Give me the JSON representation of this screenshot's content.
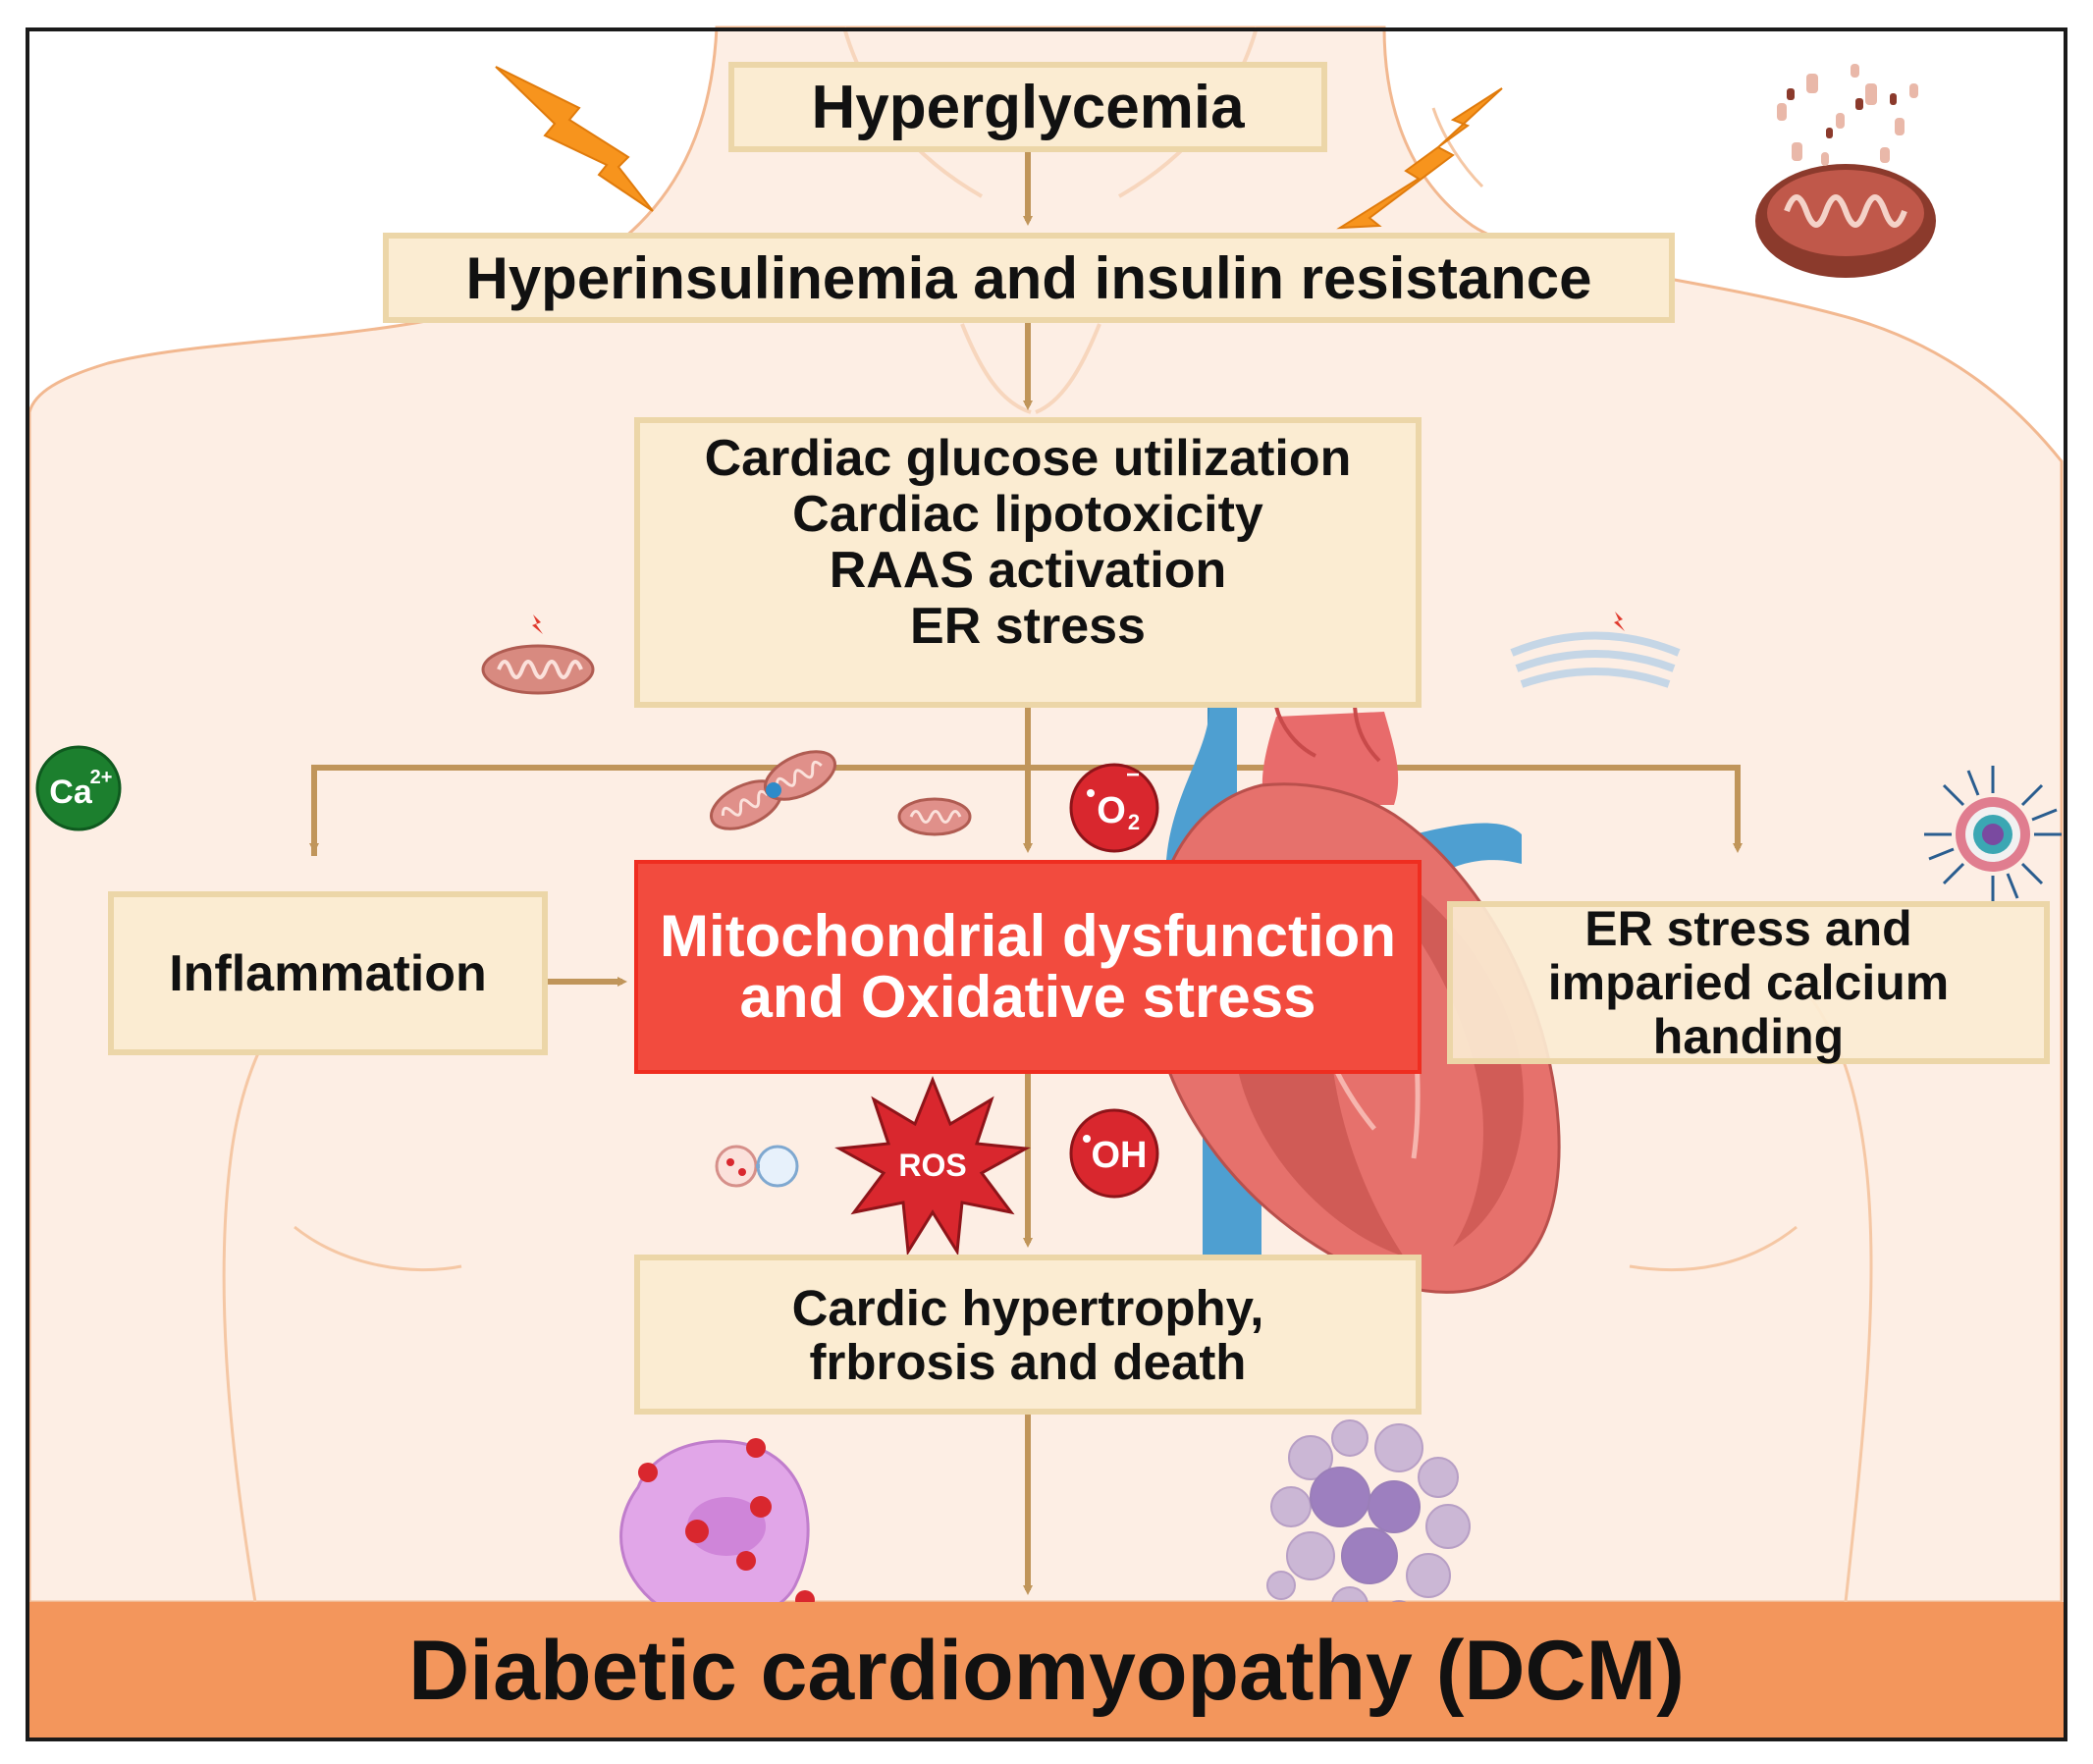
{
  "boxes": {
    "hyperglycemia": "Hyperglycemia",
    "hyperinsulinemia": "Hyperinsulinemia and insulin resistance",
    "cardiac_factors": [
      "Cardiac glucose utilization",
      "Cardiac lipotoxicity",
      "RAAS activation",
      "ER stress"
    ],
    "inflammation": "Inflammation",
    "mito": [
      "Mitochondrial dysfunction",
      "and Oxidative stress"
    ],
    "er_calcium": [
      "ER stress and",
      "imparied calcium",
      "handing"
    ],
    "outcome": [
      "Cardic hypertrophy,",
      "frbrosis and death"
    ]
  },
  "banner": "Diabetic cardiomyopathy (DCM)",
  "badges": {
    "calcium": "Ca",
    "calcium_charge": "2+",
    "superoxide": "O",
    "superoxide_sub": "2",
    "superoxide_charge": "−",
    "hydroxyl": "OH",
    "ros": "ROS"
  },
  "colors": {
    "box_fill": "#fbecd2",
    "box_border": "#ecd6a8",
    "arrow": "#c0955a",
    "mito_box": "#f24b3e",
    "banner": "#f3965c",
    "body_skin": "#fdeee4",
    "lightning": "#f7941d",
    "radical_red": "#d9272e"
  },
  "icons": [
    "lightning-icon",
    "mitochondrion-icon",
    "endoplasmic-reticulum-icon",
    "heart-icon",
    "virus-icon",
    "macrophage-icon",
    "apoptotic-cell-icon",
    "vesicle-icon"
  ]
}
